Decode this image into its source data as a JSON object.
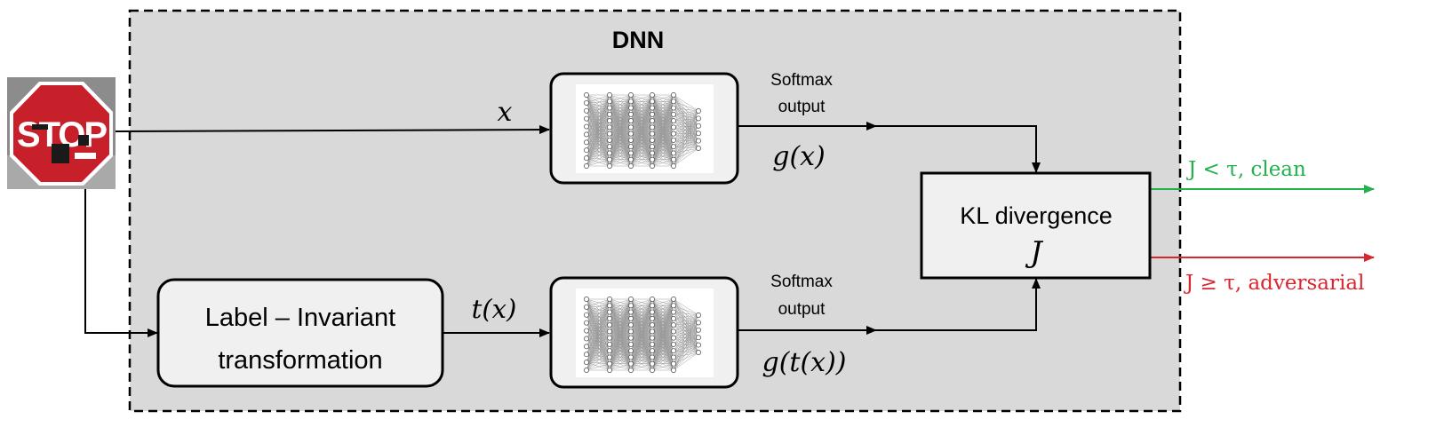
{
  "container": {
    "title": "DNN"
  },
  "input": {
    "stop_sign_text": "STOP"
  },
  "labels": {
    "x": "x",
    "tx": "t(x)",
    "softmax_top": "Softmax",
    "output_top": "output",
    "gx": "g(x)",
    "softmax_bottom": "Softmax",
    "output_bottom": "output",
    "gtx": "g(t(x))"
  },
  "transformation": {
    "line1": "Label – Invariant",
    "line2": "transformation"
  },
  "kl": {
    "line1": "KL divergence",
    "line2": "J"
  },
  "outputs": {
    "clean": "J < τ,  clean",
    "adversarial": "J ≥ τ,  adversarial"
  },
  "colors": {
    "container_fill": "#d9d9d9",
    "clean": "#22b14c",
    "adversarial": "#d9262e",
    "stop_sign": "#c8202b"
  }
}
